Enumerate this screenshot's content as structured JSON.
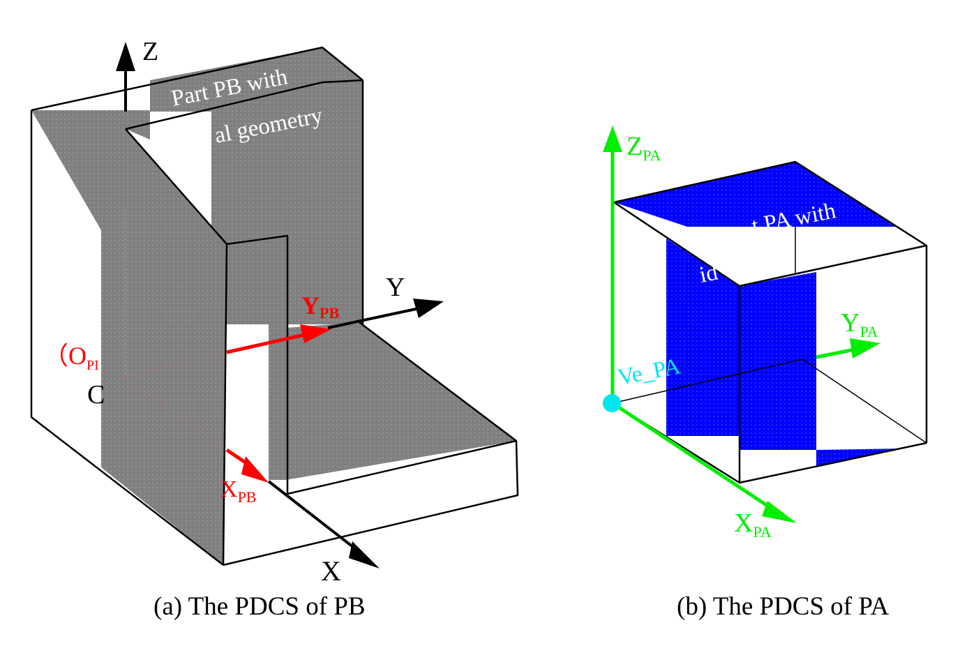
{
  "figure_a": {
    "caption": "(a) The PDCS of PB",
    "part_label_line1": "Part PB with",
    "part_label_line2": "al geometry",
    "axis_z": "Z",
    "axis_y": "Y",
    "axis_x": "X",
    "y_pb_main": "Y",
    "y_pb_sub": "PB",
    "x_pb_main": "X",
    "x_pb_sub": "PB",
    "origin_main": "（O",
    "origin_sub": "PI",
    "origin_black": "C"
  },
  "figure_b": {
    "caption": "(b) The PDCS of PA",
    "part_label_line1": "t PA with",
    "part_label_line2": "id",
    "vertex_label": "Ve_PA",
    "z_pa_main": "Z",
    "z_pa_sub": "PA",
    "y_pa_main": "Y",
    "y_pa_sub": "PA",
    "x_pa_main": "X",
    "x_pa_sub": "PA"
  },
  "colors": {
    "gray_face": "#808080",
    "blue_face": "#0000ff",
    "red_axis": "#ff0000",
    "green_axis": "#00ee00",
    "cyan_vertex": "#00e5ee",
    "black": "#000000"
  }
}
